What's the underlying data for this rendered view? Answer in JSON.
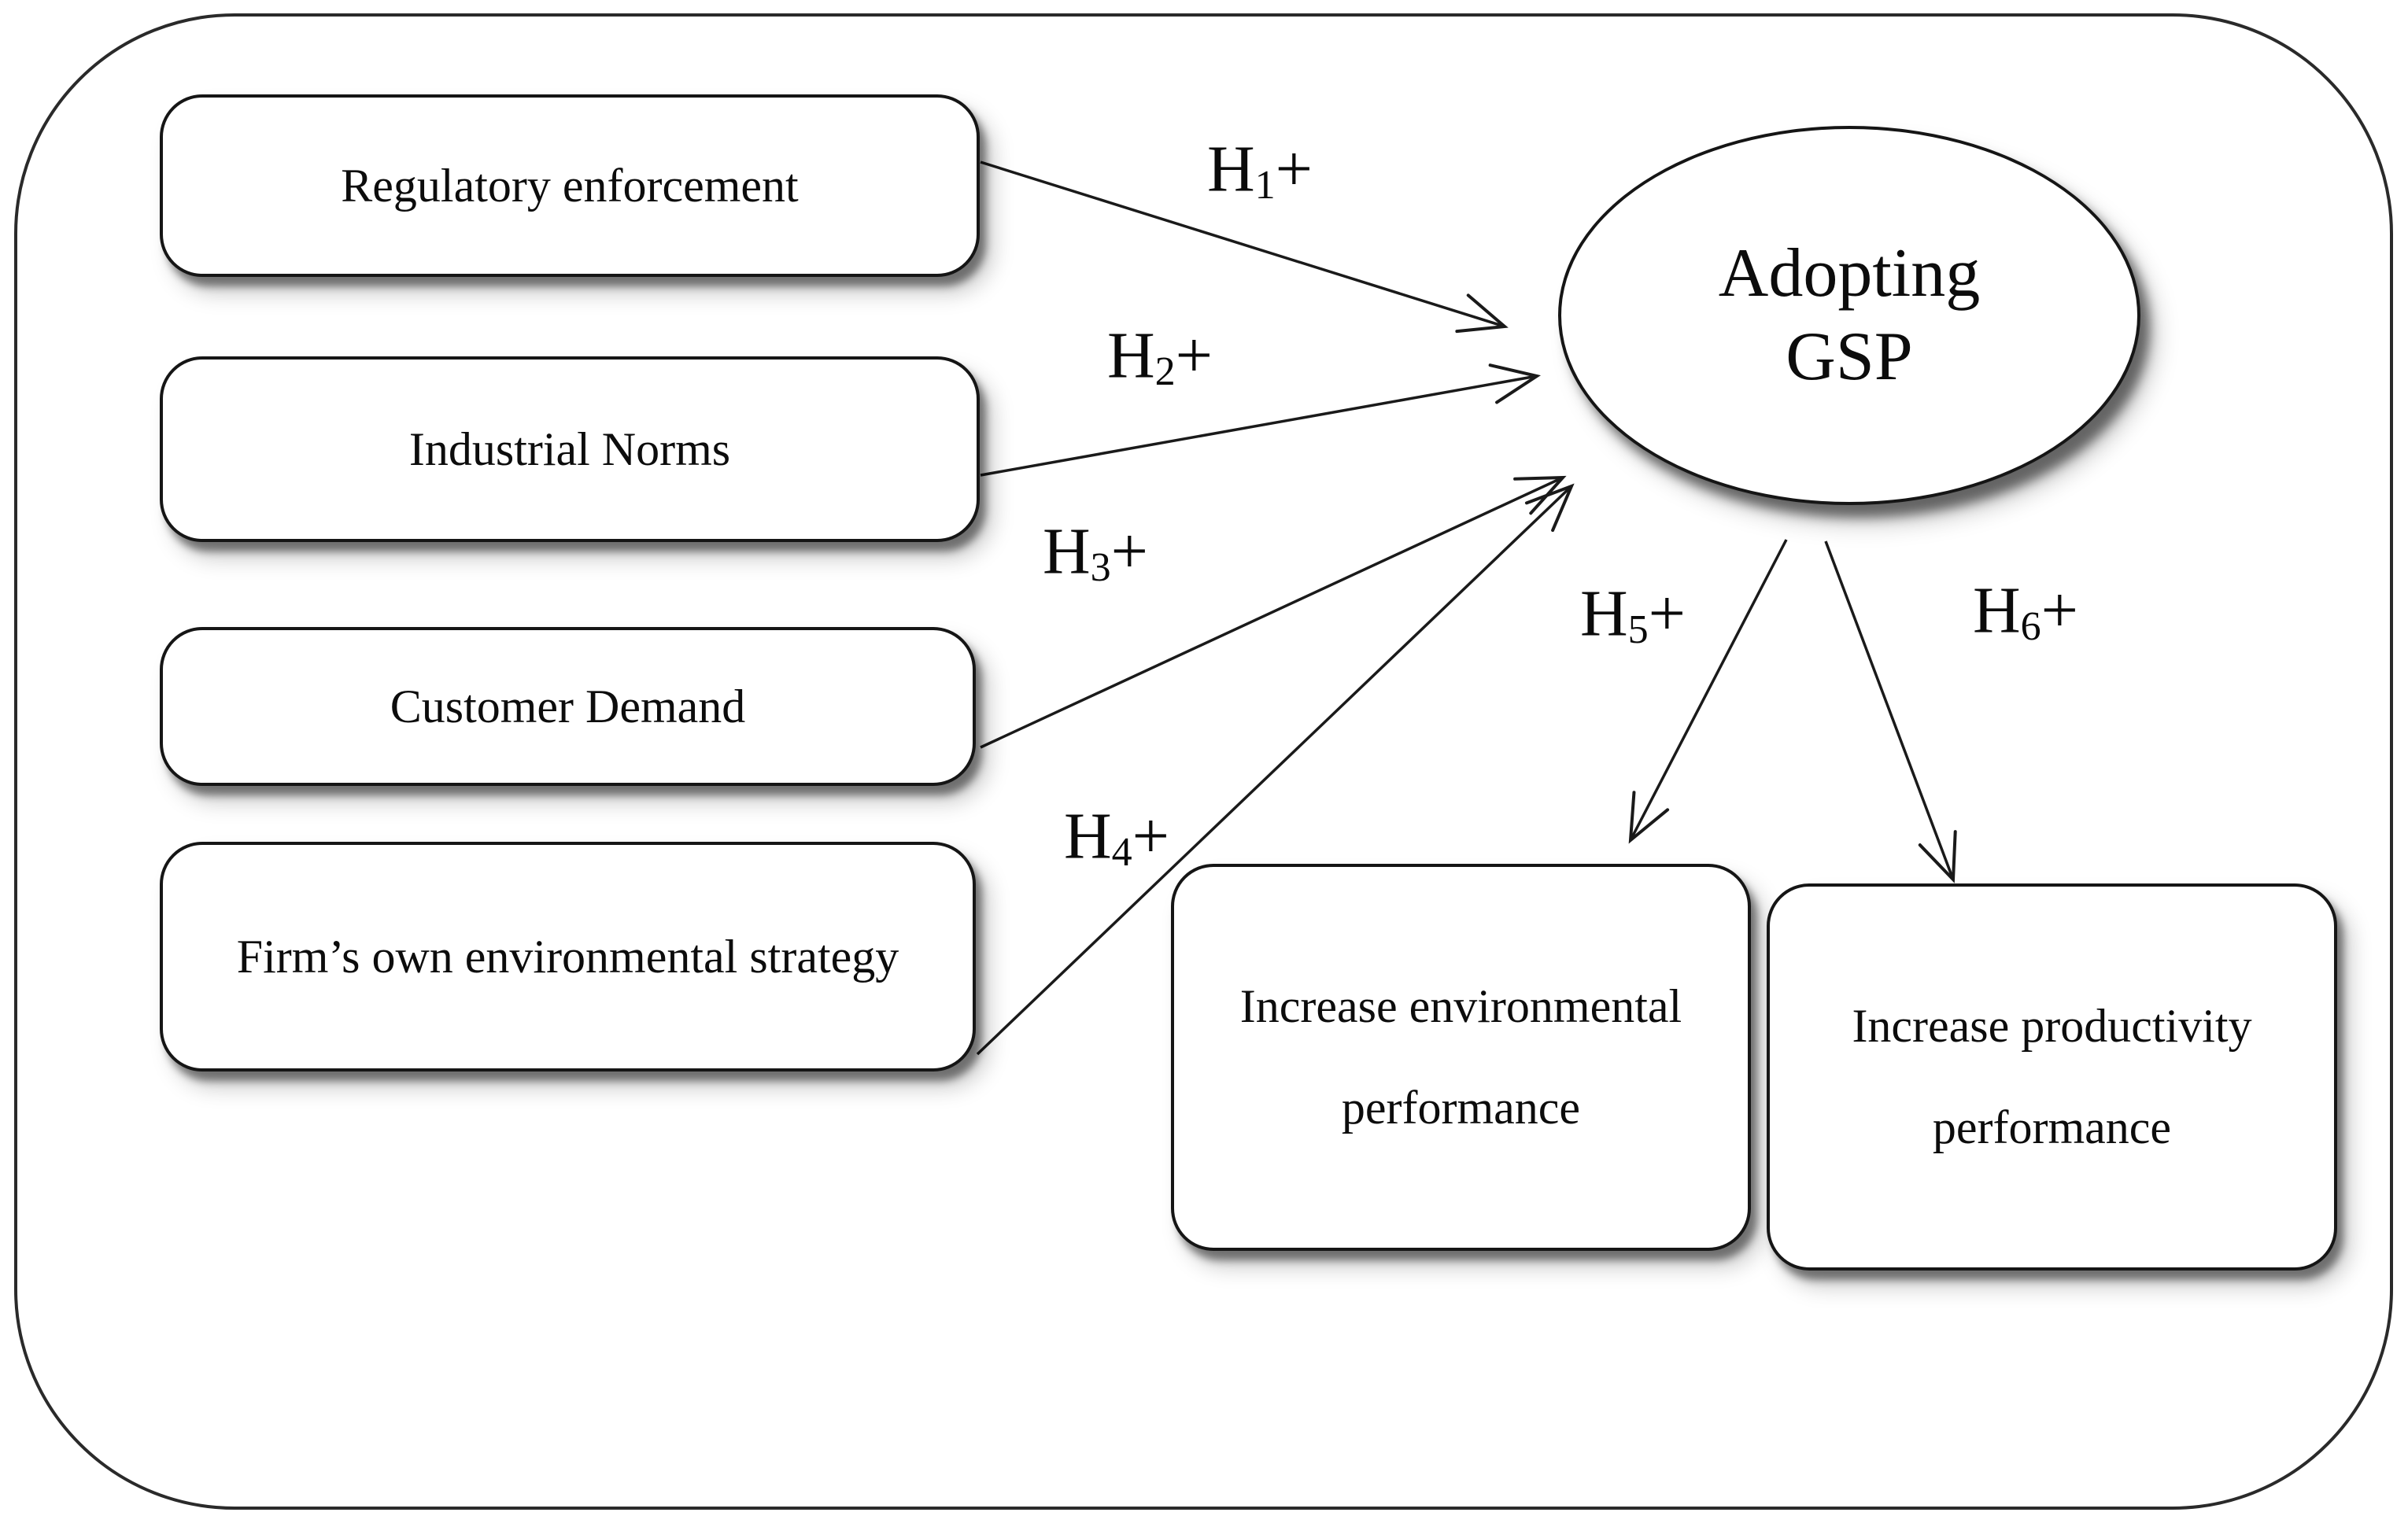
{
  "figure": {
    "background_color": "#ffffff",
    "line_color": "#1a1a1a",
    "node_border_color": "#151515",
    "frame_border_color": "#2a2a2a",
    "antecedents": [
      {
        "label": "Regulatory enforcement"
      },
      {
        "label": "Industrial Norms"
      },
      {
        "label": "Customer Demand"
      },
      {
        "label": "Firm’s own environmental strategy"
      }
    ],
    "mediator": {
      "line1": "Adopting",
      "line2": "GSP"
    },
    "outcomes": [
      {
        "line1": "Increase environmental",
        "line2": "performance"
      },
      {
        "line1": "Increase productivity",
        "line2": "performance"
      }
    ],
    "hypotheses": [
      {
        "prefix": "H",
        "sub": "1",
        "suffix": "+"
      },
      {
        "prefix": "H",
        "sub": "2",
        "suffix": "+"
      },
      {
        "prefix": "H",
        "sub": "3",
        "suffix": "+"
      },
      {
        "prefix": "H",
        "sub": "4",
        "suffix": "+"
      },
      {
        "prefix": "H",
        "sub": "5",
        "suffix": "+"
      },
      {
        "prefix": "H",
        "sub": "6",
        "suffix": "+"
      }
    ]
  }
}
